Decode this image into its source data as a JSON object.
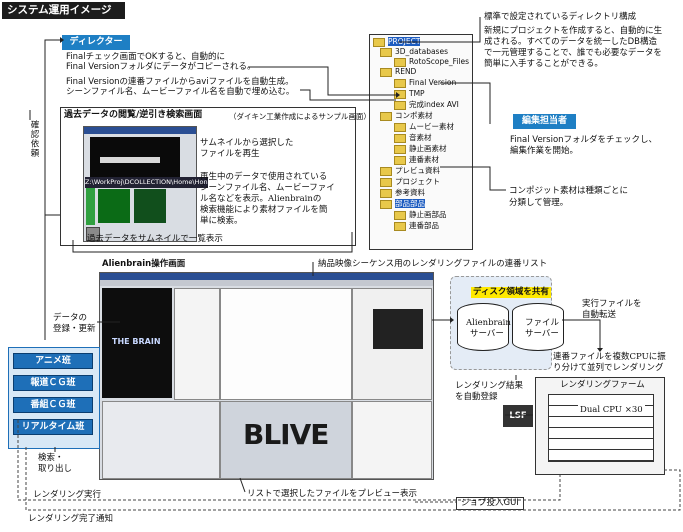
{
  "title": "システム運用イメージ",
  "director": {
    "label": "ディレクター",
    "text1_line1": "Finalチェック画面でOKすると、自動的に",
    "text1_line2": "Final Versionフォルダにデータがコピーされる。",
    "text2_line1": "Final Versionの連番ファイルからaviファイルを自動生成。",
    "text2_line2": "シーンファイル名、ムービーファイル名を自動で埋め込む。"
  },
  "confirm_request": "確認依頼",
  "past_data": {
    "heading": "過去データの閲覧/逆引き検索画面",
    "heading_note": "（ダイキン工業作成によるサンプル画面）",
    "thumb_note_line1": "サムネイルから選択した",
    "thumb_note_line2": "ファイルを再生",
    "play_note_line1": "再生中のデータで使用されている",
    "play_note_line2": "シーンファイル名、ムービーファイ",
    "play_note_line3": "ル名などを表示。Alienbrainの",
    "play_note_line4": "検索機能により素材ファイルを簡",
    "play_note_line5": "単に検索。",
    "path_text": "Z:\\WorkProj\\DCOLLECTION\\Home\\Hon",
    "bottom_note": "過去データをサムネイルで一覧表示"
  },
  "dir_structure": {
    "heading": "標準で設定されているディレクトリ構成",
    "desc_line1": "新規にプロジェクトを作成すると、自動的に生",
    "desc_line2": "成される。すべてのデータを統一したDB構造",
    "desc_line3": "で一元管理することで、誰でも必要なデータを",
    "desc_line4": "簡単に入手することができる。",
    "items": [
      "PROJECT",
      "3D_databases",
      "RotoScope_Files",
      "REND",
      "Final Version",
      "TMP",
      "完成index AVI",
      "コンポ素材",
      "ムービー素材",
      "音素材",
      "静止画素材",
      "連番素材",
      "プレビュ資料",
      "プロジェクト",
      "参考資料",
      "部品部品",
      "静止画部品",
      "連番部品"
    ]
  },
  "editor": {
    "label": "編集担当者",
    "text_line1": "Final Versionフォルダをチェックし、",
    "text_line2": "編集作業を開始。"
  },
  "composite_note_line1": "コンポジット素材は種類ごとに",
  "composite_note_line2": "分類して管理。",
  "alienbrain": {
    "heading": "Alienbrain操作画面",
    "render_list_note": "納品映像シーケンス用のレンダリングファイルの連番リスト",
    "preview_note": "リストで選択したファイルをプレビュー表示",
    "logo_text": "BLIVE",
    "banner_text": "THE BRAIN"
  },
  "data_reg_line1": "データの",
  "data_reg_line2": "登録・更新",
  "teams": [
    "アニメ班",
    "報道ＣＧ班",
    "番組ＣＧ班",
    "リアルタイム班"
  ],
  "search_line1": "検索・",
  "search_line2": "取り出し",
  "disk_share": "ディスク領域を共有",
  "server1_line1": "Alienbrain",
  "server1_line2": "サーバー",
  "server2_line1": "ファイル",
  "server2_line2": "サーバー",
  "auto_transfer_line1": "実行ファイルを",
  "auto_transfer_line2": "自動転送",
  "distribute_line1": "連番ファイルを複数CPUに振",
  "distribute_line2": "り分けて並列でレンダリング",
  "render_result_line1": "レンダリング結果",
  "render_result_line2": "を自動登録",
  "render_farm": {
    "label": "レンダリングファーム",
    "lsf": "LSF",
    "cpu": "Dual CPU ×30"
  },
  "render_exec": "レンダリング実行",
  "job_gui": "ジョブ投入GUI",
  "render_done": "レンダリング完了通知"
}
